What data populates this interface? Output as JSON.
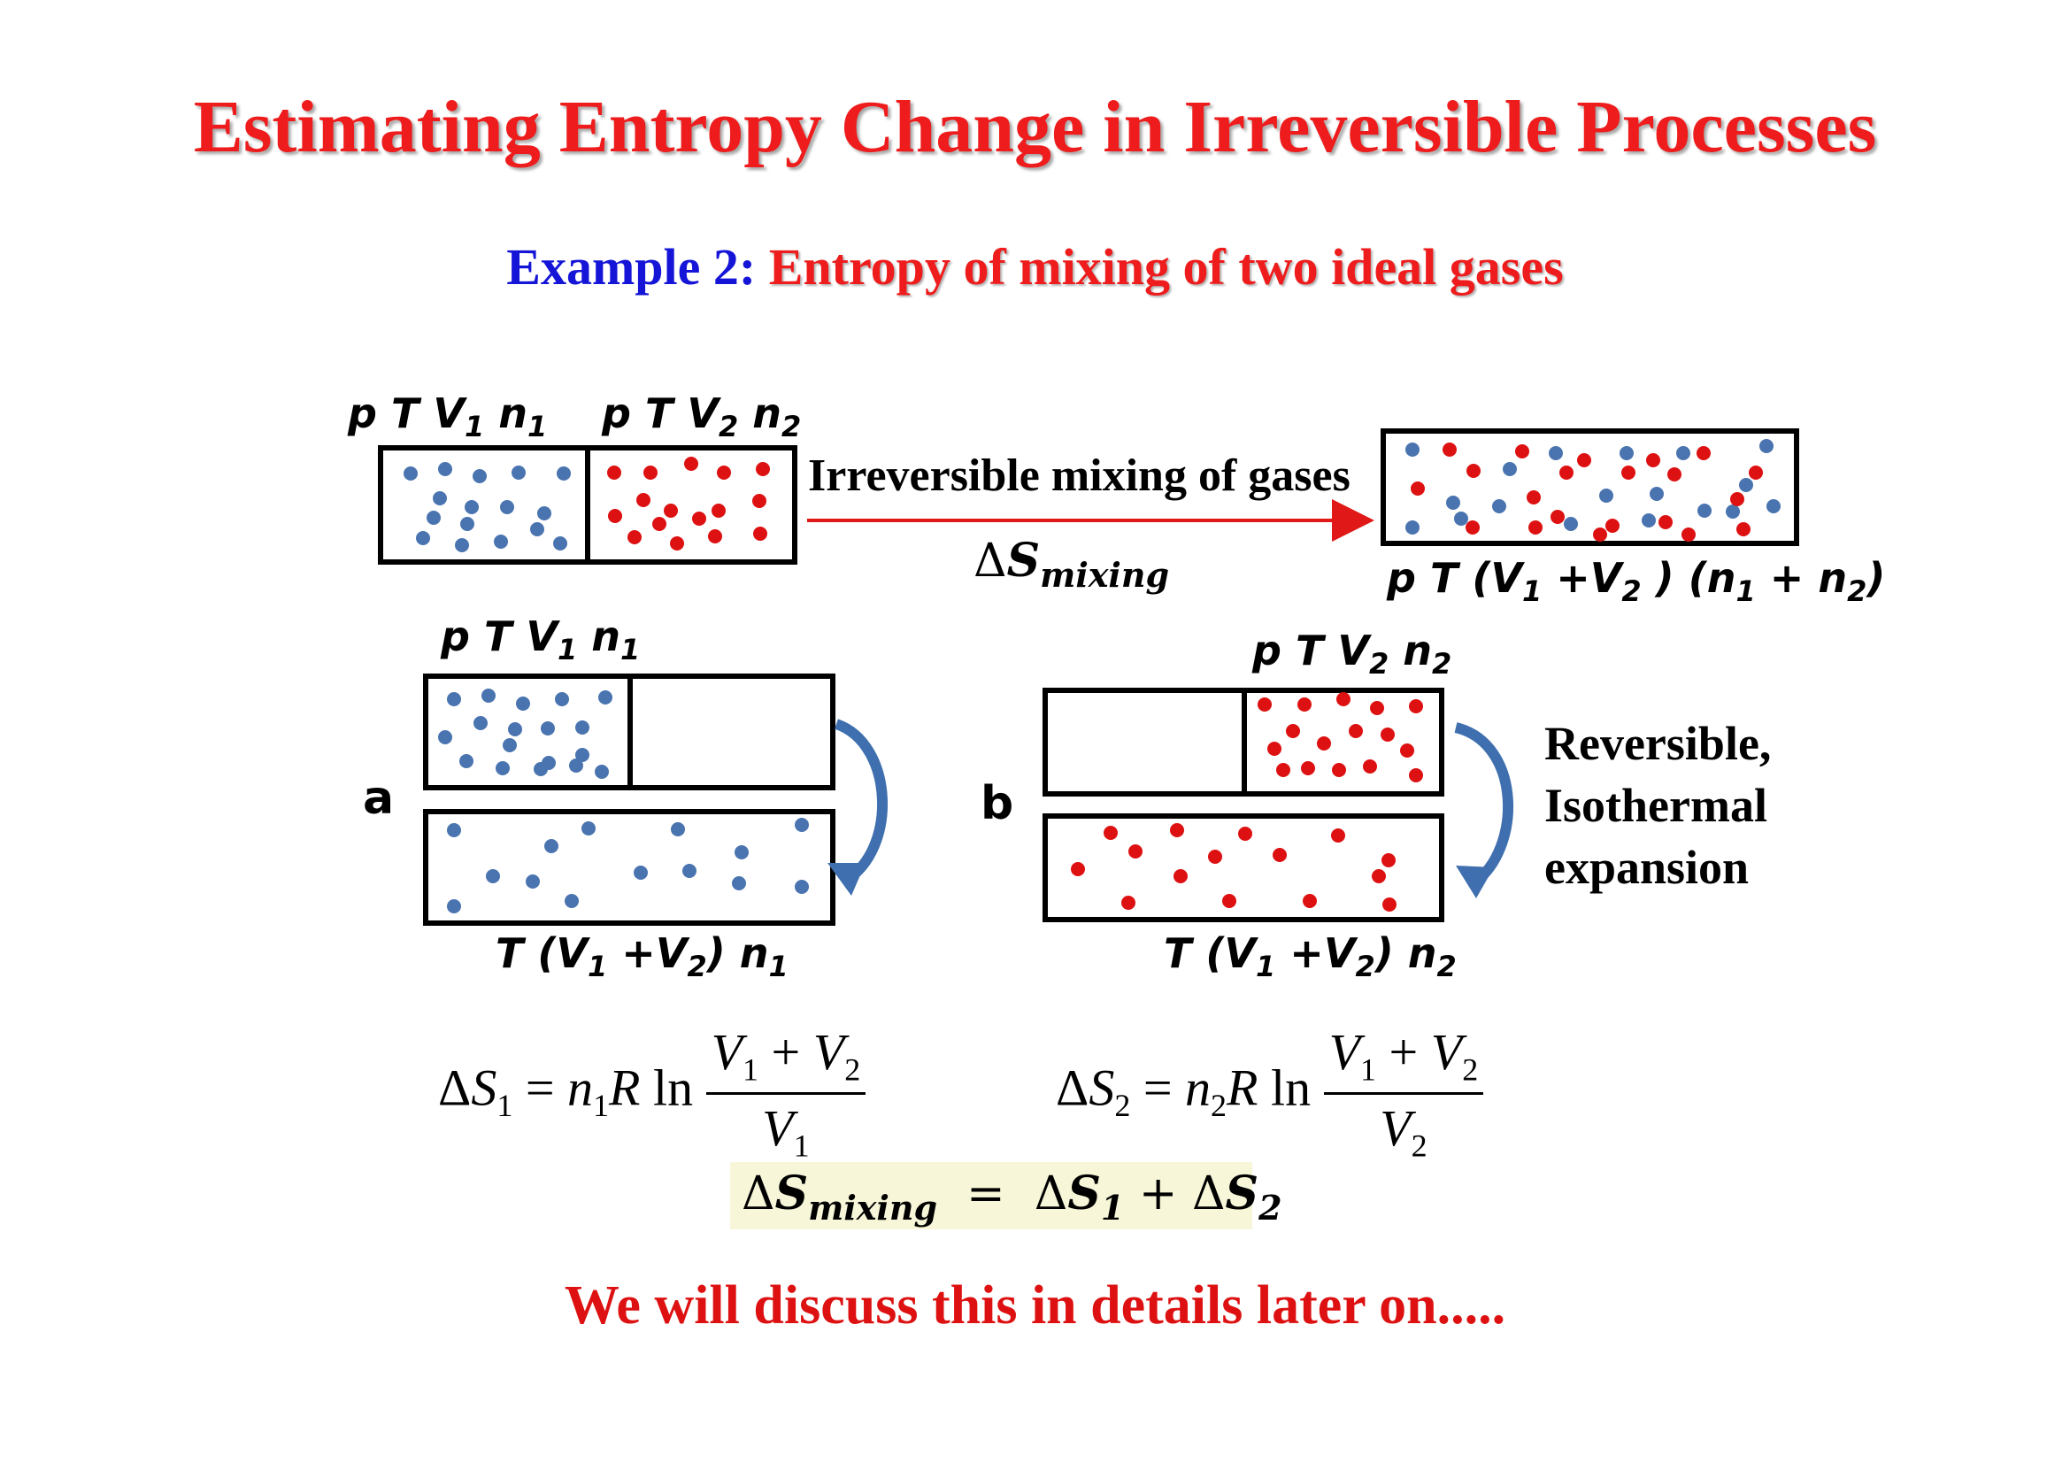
{
  "title": "Estimating Entropy Change in Irreversible Processes",
  "subtitle": {
    "example": "Example 2:",
    "topic": "Entropy of mixing of two ideal gases"
  },
  "top_diagram": {
    "left_label": "p T V1 n1",
    "right_label": "p T V2 n2",
    "arrow_text": "Irreversible mixing of gases",
    "arrow_sub": "ΔSmixing",
    "result_label": "p T (V1 +V2 ) (n1 + n2)"
  },
  "panel_a": {
    "letter": "a",
    "top_label": "p T V1 n1",
    "bottom_label": "T (V1 +V2) n1"
  },
  "panel_b": {
    "letter": "b",
    "top_label": "p T V2 n2",
    "bottom_label": "T (V1 +V2) n2"
  },
  "side_note": [
    "Reversible,",
    "Isothermal",
    "expansion"
  ],
  "equations": {
    "ds1": "ΔS1 = n1R ln (V1 + V2)/V1",
    "ds2": "ΔS2 = n2R ln (V1 + V2)/V2",
    "mixing": "ΔSmixing = ΔS1 + ΔS2"
  },
  "footer": "We will discuss this in details later on.....",
  "colors": {
    "title": "#ee1c1c",
    "example": "#1515d8",
    "blue_molecule": "#4a74b0",
    "red_molecule": "#dd1111",
    "arrow": "#e01818",
    "curved_arrow": "#3f6fae",
    "mixing_box": "#f7f6d8"
  }
}
